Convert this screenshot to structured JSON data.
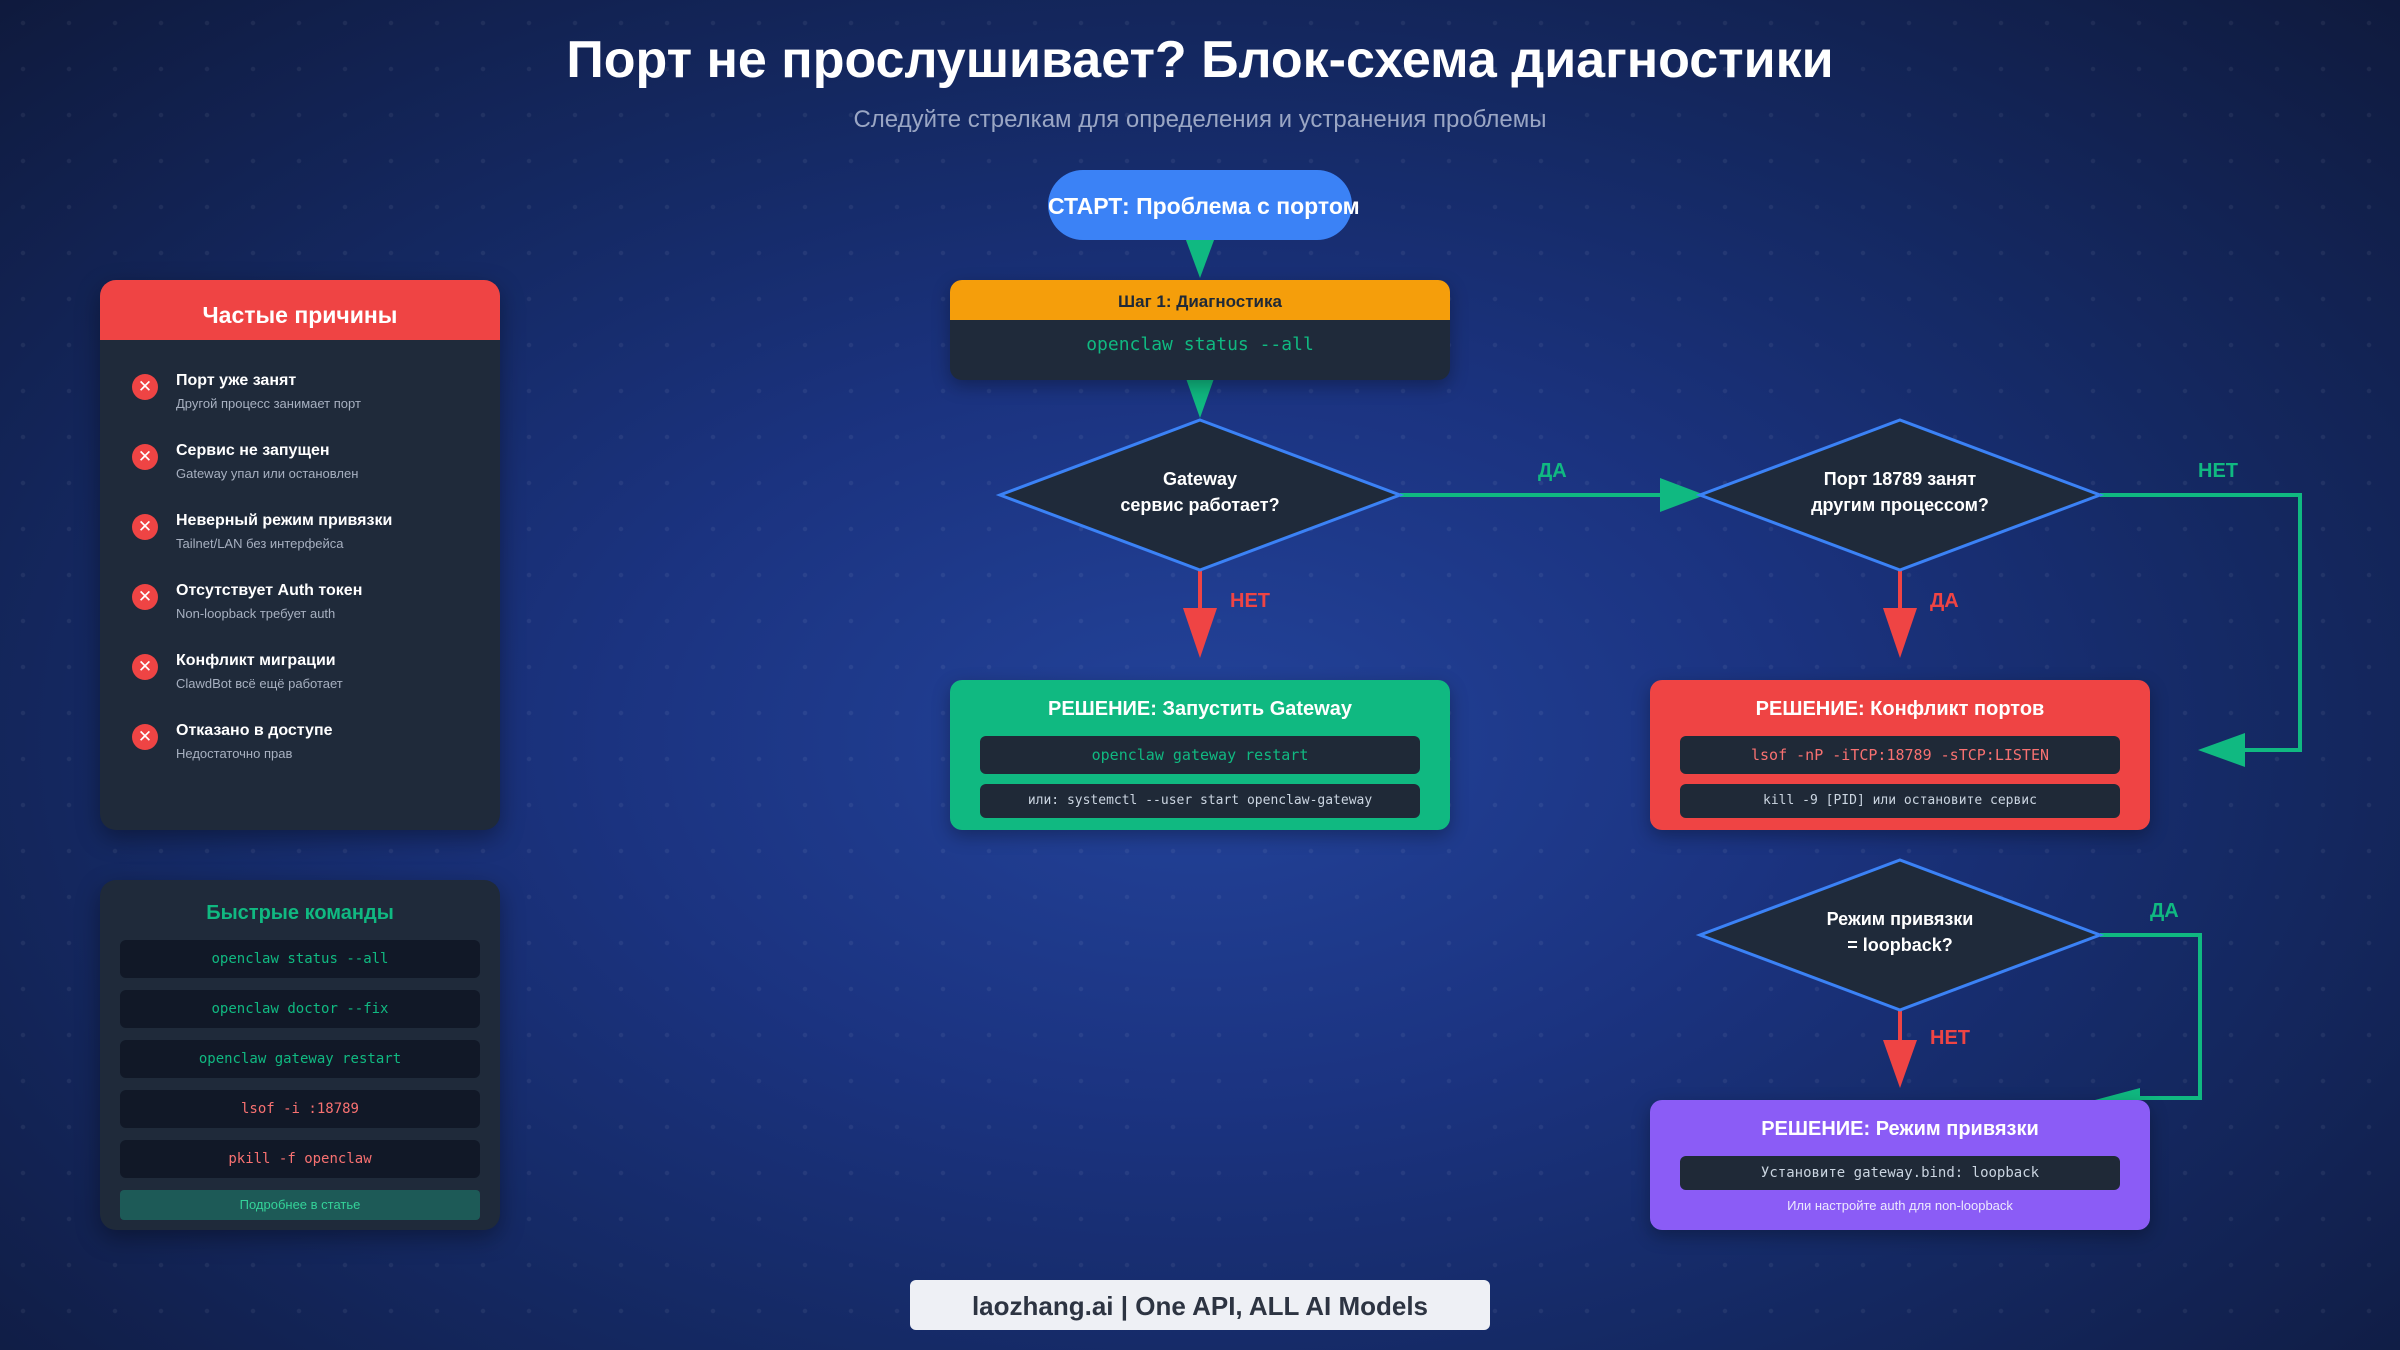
{
  "title": "Порт не прослушивает? Блок-схема диагностики",
  "subtitle": "Следуйте стрелкам для определения и устранения проблемы",
  "colors": {
    "start": "#3b82f6",
    "step": "#f59e0b",
    "yes": "#10b981",
    "no": "#ef4444",
    "solution_start": "#10b981",
    "solution_conflict": "#ef4444",
    "solution_bind": "#8b5cf6"
  },
  "causes": {
    "title": "Частые причины",
    "icon": "x-circle-icon",
    "items": [
      {
        "title": "Порт уже занят",
        "subtitle": "Другой процесс занимает порт"
      },
      {
        "title": "Сервис не запущен",
        "subtitle": "Gateway упал или остановлен"
      },
      {
        "title": "Неверный режим привязки",
        "subtitle": "Tailnet/LAN без интерфейса"
      },
      {
        "title": "Отсутствует Auth токен",
        "subtitle": "Non-loopback требует auth"
      },
      {
        "title": "Конфликт миграции",
        "subtitle": "ClawdBot всё ещё работает"
      },
      {
        "title": "Отказано в доступе",
        "subtitle": "Недостаточно прав"
      }
    ]
  },
  "commands": {
    "title": "Быстрые команды",
    "items": [
      {
        "text": "openclaw status --all",
        "kind": "green"
      },
      {
        "text": "openclaw doctor --fix",
        "kind": "green"
      },
      {
        "text": "openclaw gateway restart",
        "kind": "green"
      },
      {
        "text": "lsof -i :18789",
        "kind": "red"
      },
      {
        "text": "pkill -f openclaw",
        "kind": "red"
      }
    ],
    "link": "Подробнее в статье"
  },
  "flow": {
    "start": "СТАРТ: Проблема с портом",
    "step1": {
      "title": "Шаг 1: Диагностика",
      "command": "openclaw status --all"
    },
    "decision1": {
      "line1": "Gateway",
      "line2": "сервис работает?"
    },
    "decision2": {
      "line1": "Порт 18789 занят",
      "line2": "другим процессом?"
    },
    "decision3": {
      "line1": "Режим привязки",
      "line2": "= loopback?"
    },
    "labels": {
      "yes": "ДА",
      "no": "НЕТ"
    },
    "solution_start": {
      "title": "РЕШЕНИЕ: Запустить Gateway",
      "command": "openclaw gateway restart",
      "alt": "или: systemctl --user start openclaw-gateway"
    },
    "solution_conflict": {
      "title": "РЕШЕНИЕ: Конфликт портов",
      "command": "lsof -nP -iTCP:18789 -sTCP:LISTEN",
      "alt": "kill -9 [PID] или остановите сервис"
    },
    "solution_bind": {
      "title": "РЕШЕНИЕ: Режим привязки",
      "command": "Установите gateway.bind: loopback",
      "note": "Или настройте auth для non-loopback"
    }
  },
  "footer": "laozhang.ai | One API, ALL AI Models"
}
